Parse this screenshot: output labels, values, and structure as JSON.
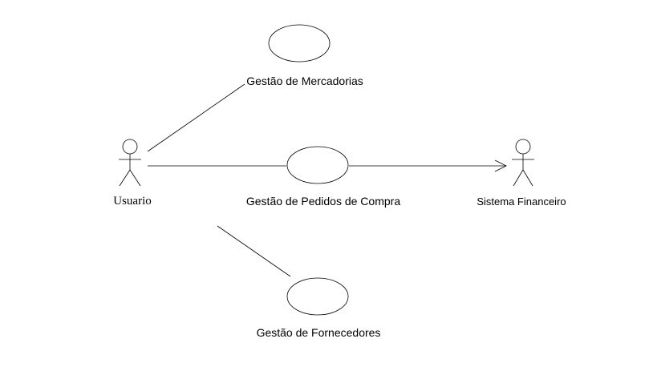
{
  "actors": {
    "usuario": {
      "label": "Usuario"
    },
    "sistema_financeiro": {
      "label": "Sistema Financeiro"
    }
  },
  "use_cases": {
    "mercadorias": {
      "label": "Gestão de Mercadorias"
    },
    "pedidos": {
      "label": "Gestão de Pedidos de Compra"
    },
    "fornecedores": {
      "label": "Gestão de Fornecedores"
    }
  }
}
